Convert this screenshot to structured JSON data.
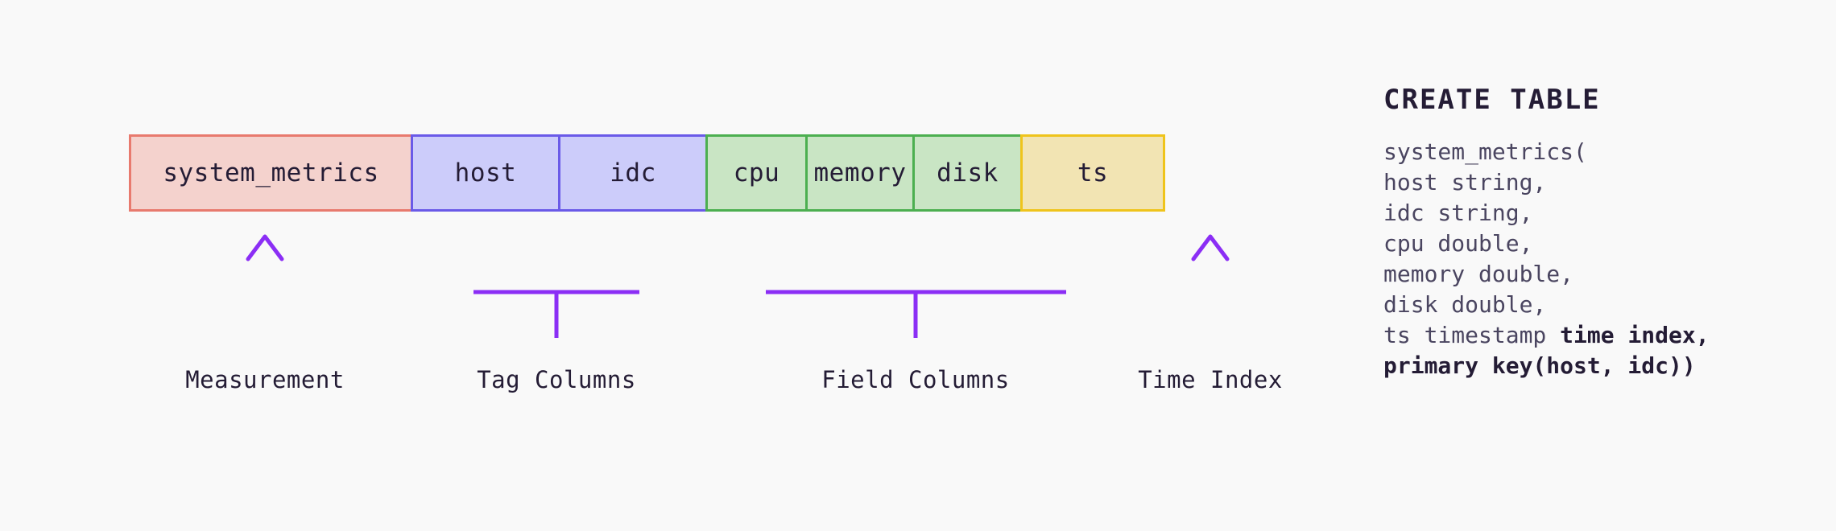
{
  "diagram": {
    "schema_bar": {
      "groups": [
        {
          "kind": "measurement",
          "cells": [
            {
              "label": "system_metrics"
            }
          ]
        },
        {
          "kind": "tag",
          "cells": [
            {
              "label": "host"
            },
            {
              "label": "idc"
            }
          ]
        },
        {
          "kind": "field",
          "cells": [
            {
              "label": "cpu"
            },
            {
              "label": "memory"
            },
            {
              "label": "disk"
            }
          ]
        },
        {
          "kind": "time-index",
          "cells": [
            {
              "label": "ts"
            }
          ]
        }
      ]
    },
    "annotations": [
      {
        "name": "measurement",
        "label": "Measurement",
        "connector": "arrow"
      },
      {
        "name": "tag-columns",
        "label": "Tag Columns",
        "connector": "bracket"
      },
      {
        "name": "field-columns",
        "label": "Field Columns",
        "connector": "bracket"
      },
      {
        "name": "time-index",
        "label": "Time Index",
        "connector": "arrow"
      }
    ],
    "colors": {
      "background": "#f9f9f9",
      "measurement_fill": "#f4d2cd",
      "measurement_border": "#e87a6e",
      "tag_fill": "#ccccfa",
      "tag_border": "#6a5ae8",
      "field_fill": "#c9e5c4",
      "field_border": "#4caf50",
      "time_fill": "#f2e4b3",
      "time_border": "#efc41c",
      "connector": "#8b2ef5",
      "text": "#241c35",
      "sql_text": "#4a4560"
    }
  },
  "sql": {
    "title": "CREATE TABLE",
    "lines": [
      {
        "plain": "system_metrics(",
        "bold": ""
      },
      {
        "plain": "host string,",
        "bold": ""
      },
      {
        "plain": "idc string,",
        "bold": ""
      },
      {
        "plain": "cpu double,",
        "bold": ""
      },
      {
        "plain": "memory double,",
        "bold": ""
      },
      {
        "plain": "disk double,",
        "bold": ""
      },
      {
        "plain": "ts timestamp ",
        "bold": "time index,"
      },
      {
        "plain": "",
        "bold": "primary key(host, idc))"
      }
    ]
  }
}
